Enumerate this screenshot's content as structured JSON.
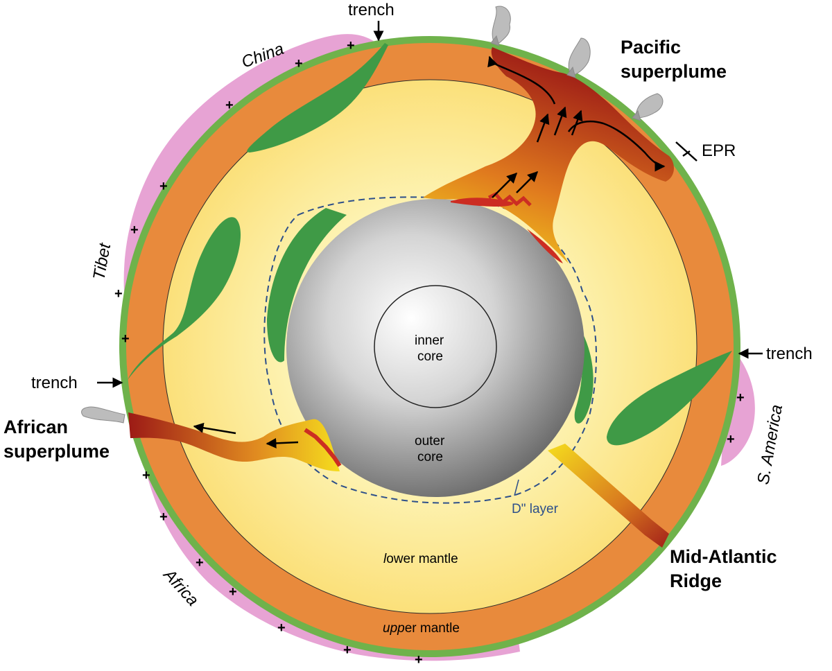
{
  "labels": {
    "trench_top": "trench",
    "trench_left": "trench",
    "trench_right": "trench",
    "china": "China",
    "tibet": "Tibet",
    "africa": "Africa",
    "s_america": "S. America",
    "pacific_line1": "Pacific",
    "pacific_line2": "superplume",
    "african_line1": "African",
    "african_line2": "superplume",
    "epr": "EPR",
    "mid_atlantic_line1": "Mid-Atlantic",
    "mid_atlantic_line2": "Ridge",
    "inner_core_line1": "inner",
    "inner_core_line2": "core",
    "outer_core_line1": "outer",
    "outer_core_line2": "core",
    "d_layer": "D\" layer",
    "lower_mantle_line1": "l",
    "lower_mantle_line2": "ower mantle",
    "upper_mantle_line1": "upp",
    "upper_mantle_line2": "er mantle"
  },
  "colors": {
    "crust": "#6fb24b",
    "upper_mantle": "#e88a3c",
    "lower_mantle": "#fbe98e",
    "core": "#9a9a9a",
    "plume_hot": "#a3201a",
    "plume_cool": "#f2d21c",
    "slab": "#3f9a46",
    "continent": "#e7a3d4",
    "d_layer_line": "#2d4f8a"
  }
}
